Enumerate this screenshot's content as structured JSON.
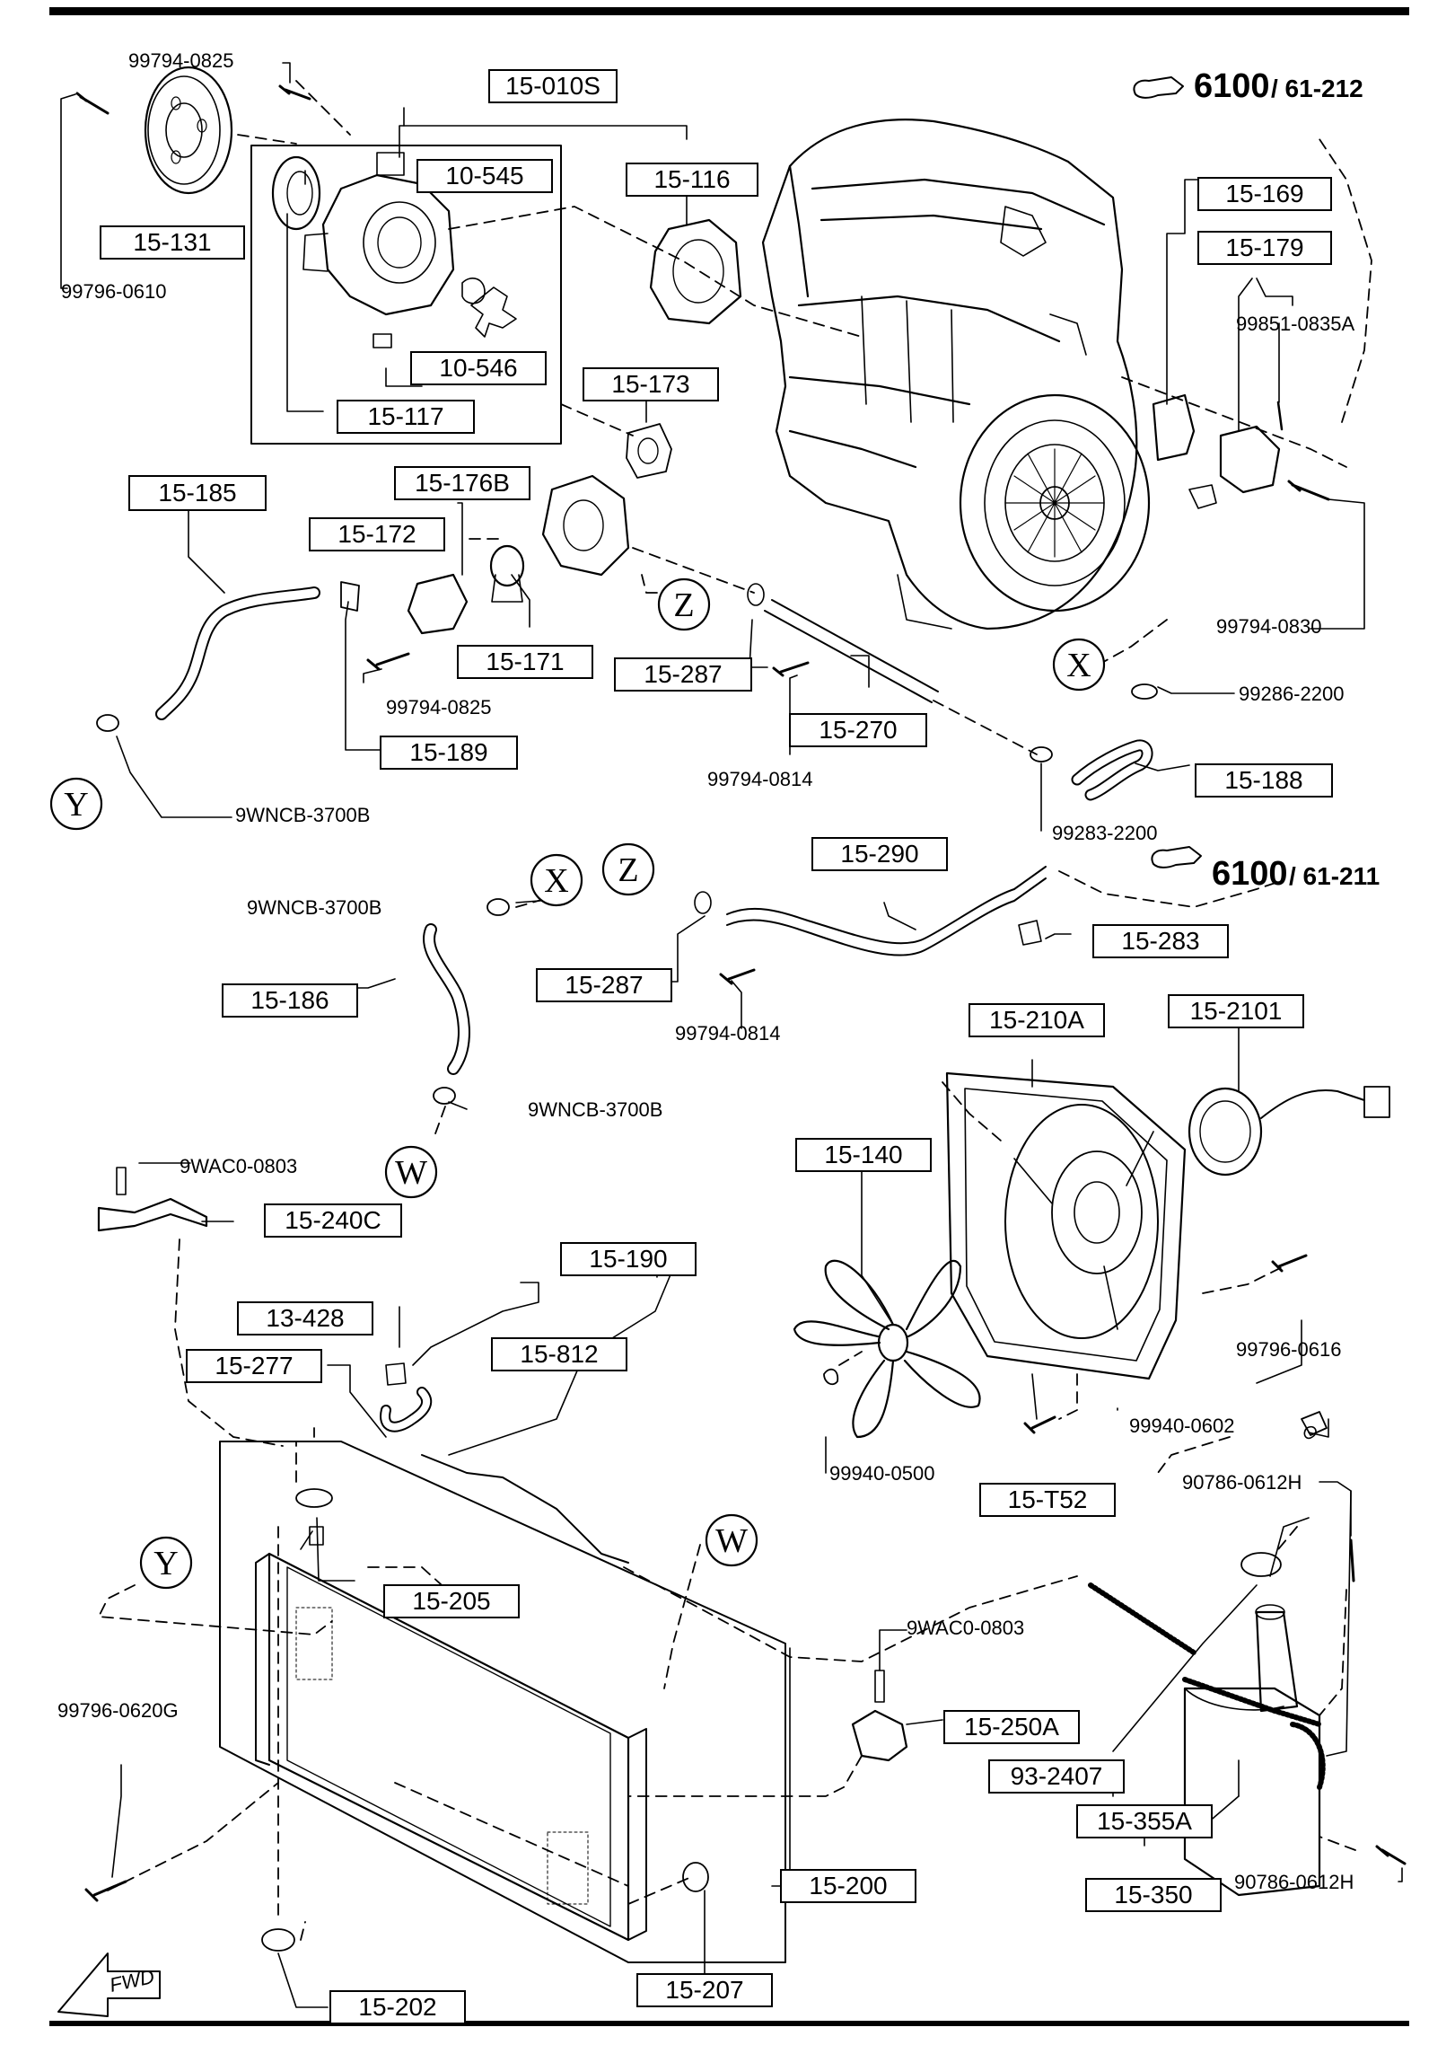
{
  "parts_boxed": [
    "15-010S",
    "10-545",
    "15-116",
    "15-169",
    "15-179",
    "15-131",
    "10-546",
    "15-117",
    "15-173",
    "15-185",
    "15-176B",
    "15-172",
    "15-171",
    "15-287",
    "15-270",
    "15-188",
    "15-189",
    "15-290",
    "15-283",
    "15-287",
    "15-186",
    "15-210A",
    "15-2101",
    "15-140",
    "15-240C",
    "15-190",
    "13-428",
    "15-812",
    "15-277",
    "15-T52",
    "15-205",
    "15-250A",
    "93-2407",
    "15-355A",
    "15-200",
    "15-350",
    "15-207",
    "15-202"
  ],
  "parts_plain": [
    "99794-0825",
    "99796-0610",
    "99851-0835A",
    "99794-0830",
    "99794-0825",
    "99286-2200",
    "99794-0814",
    "9WNCB-3700B",
    "99283-2200",
    "9WNCB-3700B",
    "99794-0814",
    "9WNCB-3700B",
    "9WAC0-0803",
    "99796-0616",
    "99940-0602",
    "99940-0500",
    "90786-0612H",
    "9WAC0-0803",
    "99796-0620G",
    "90786-0612H"
  ],
  "callouts": [
    "X",
    "Y",
    "Z",
    "Z",
    "X",
    "W",
    "Y",
    "W"
  ],
  "references": [
    {
      "number": "6100",
      "sub": "/ 61-212"
    },
    {
      "number": "6100",
      "sub": "/ 61-211"
    }
  ],
  "fwd_label": "FWD"
}
